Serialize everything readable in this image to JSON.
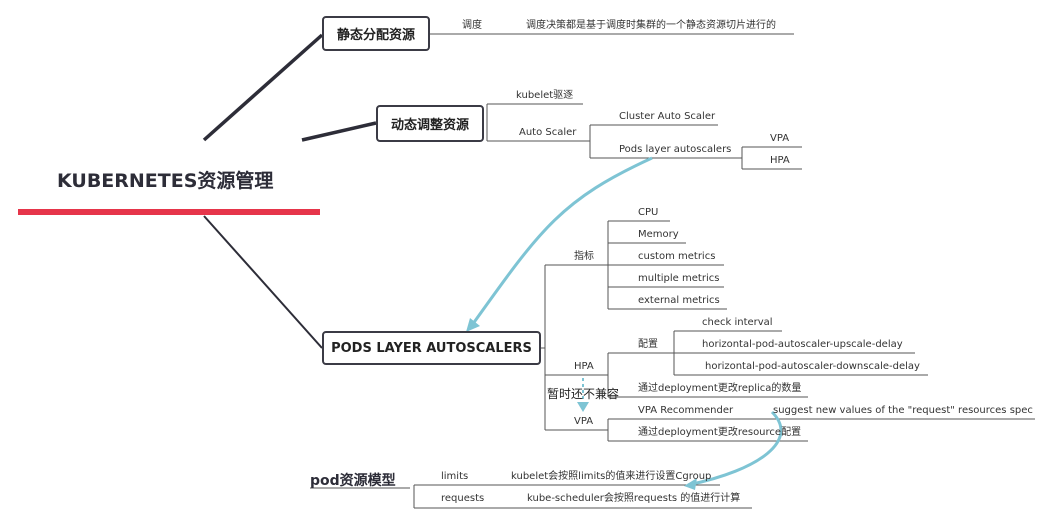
{
  "root": {
    "title": "KUBERNETES资源管理",
    "accent_color": "#e6354a"
  },
  "static": {
    "title": "静态分配资源",
    "child": "调度",
    "detail": "调度决策都是基于调度时集群的一个静态资源切片进行的"
  },
  "dynamic": {
    "title": "动态调整资源",
    "kubelet": "kubelet驱逐",
    "autoscaler": "Auto Scaler",
    "cluster": "Cluster Auto Scaler",
    "pods_layer": "Pods layer autoscalers",
    "vpa": "VPA",
    "hpa": "HPA"
  },
  "pods_autoscalers": {
    "title": "PODS LAYER AUTOSCALERS",
    "metrics": {
      "label": "指标",
      "items": [
        "CPU",
        "Memory",
        "custom metrics",
        "multiple metrics",
        "external metrics"
      ]
    },
    "hpa": {
      "label": "HPA",
      "config_label": "配置",
      "config_items": [
        "check interval",
        "horizontal-pod-autoscaler-upscale-delay",
        "horizontal-pod-autoscaler-downscale-delay"
      ],
      "replica": "通过deployment更改replica的数量"
    },
    "incompatible_note": "暂时还不兼容",
    "vpa": {
      "label": "VPA",
      "recommender": "VPA Recommender",
      "suggest": "suggest new values of the \"request\" resources spec",
      "resource": "通过deployment更改resource配置"
    }
  },
  "pod_model": {
    "title": "pod资源模型",
    "limits": "limits",
    "limits_detail": "kubelet会按照limits的值来进行设置Cgroup",
    "requests": "requests",
    "requests_detail": "kube-scheduler会按照requests 的值进行计算"
  },
  "colors": {
    "line": "#3b3b45",
    "arrow": "#7ec4d4"
  }
}
